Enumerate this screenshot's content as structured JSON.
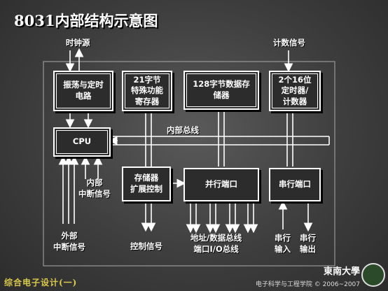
{
  "title": "8031内部结构示意图",
  "blocks": {
    "oscillator": "振荡与定时\n电路",
    "sfr": "21字节\n特殊功能\n寄存器",
    "ram": "128字节数据存\n储器",
    "timer": "2个16位\n定时器/\n计数器",
    "cpu": "CPU",
    "mem_ext": "存储器\n扩展控制",
    "parallel_port": "并行端口",
    "serial_port": "串行端口"
  },
  "labels": {
    "clock_source": "时钟源",
    "count_signal": "计数信号",
    "internal_bus": "内部总线",
    "internal_interrupt": "内部\n中断信号",
    "external_interrupt": "外部\n中断信号",
    "control_signal": "控制信号",
    "address_data_bus": "地址/数据总线\n端口I/O总线",
    "serial_in": "串行\n输入",
    "serial_out": "串行\n输出"
  },
  "footer": {
    "course": "综合电子设计(一)",
    "university": "東南大學",
    "school": "电子科学与工程学院 © 2006~2007"
  }
}
